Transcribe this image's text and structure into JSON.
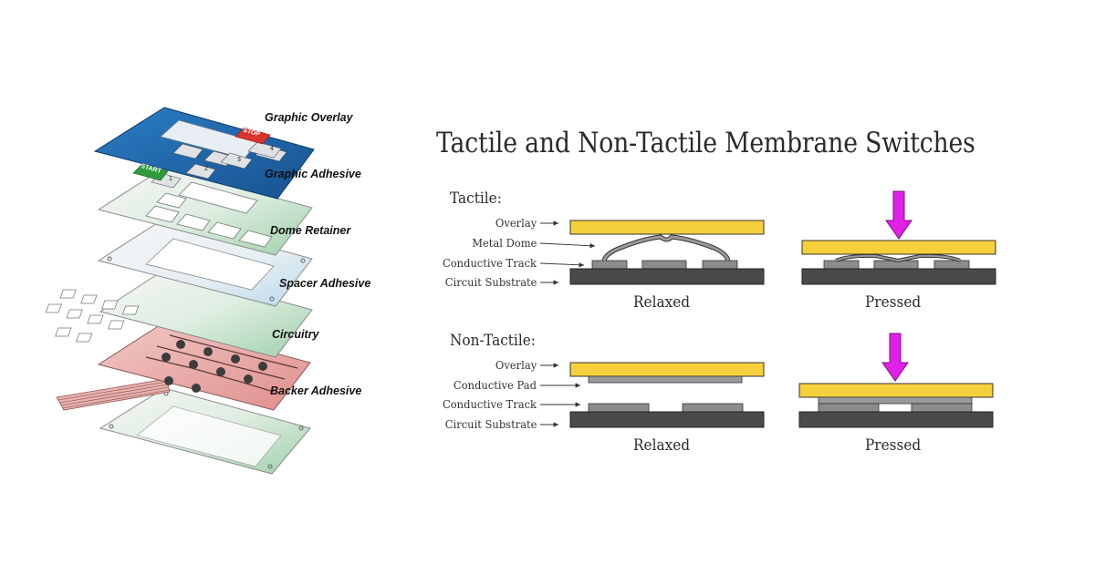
{
  "title": "Tactile and Non-Tactile Membrane Switches",
  "layers": [
    "Graphic Overlay",
    "Graphic Adhesive",
    "Dome Retainer",
    "Spacer Adhesive",
    "Circuitry",
    "Backer Adhesive"
  ],
  "overlay_keys": {
    "start": "START",
    "stop": "STOP",
    "numbers": [
      "1",
      "2",
      "3",
      "4"
    ]
  },
  "tactile": {
    "heading": "Tactile:",
    "parts": [
      "Overlay",
      "Metal Dome",
      "Conductive Track",
      "Circuit Substrate"
    ],
    "relaxed": "Relaxed",
    "pressed": "Pressed"
  },
  "non_tactile": {
    "heading": "Non-Tactile:",
    "parts": [
      "Overlay",
      "Conductive Pad",
      "Conductive Track",
      "Circuit Substrate"
    ],
    "relaxed": "Relaxed",
    "pressed": "Pressed"
  },
  "colors": {
    "overlay": "#f6cf3c",
    "substrate": "#4a4a4a",
    "track": "#8c8c8c",
    "arrow": "#e020e8",
    "overlay_blue": "#1f6bb0",
    "circuit_pink": "#e7a9a6",
    "adhesive_green": "#a7d3b0"
  }
}
